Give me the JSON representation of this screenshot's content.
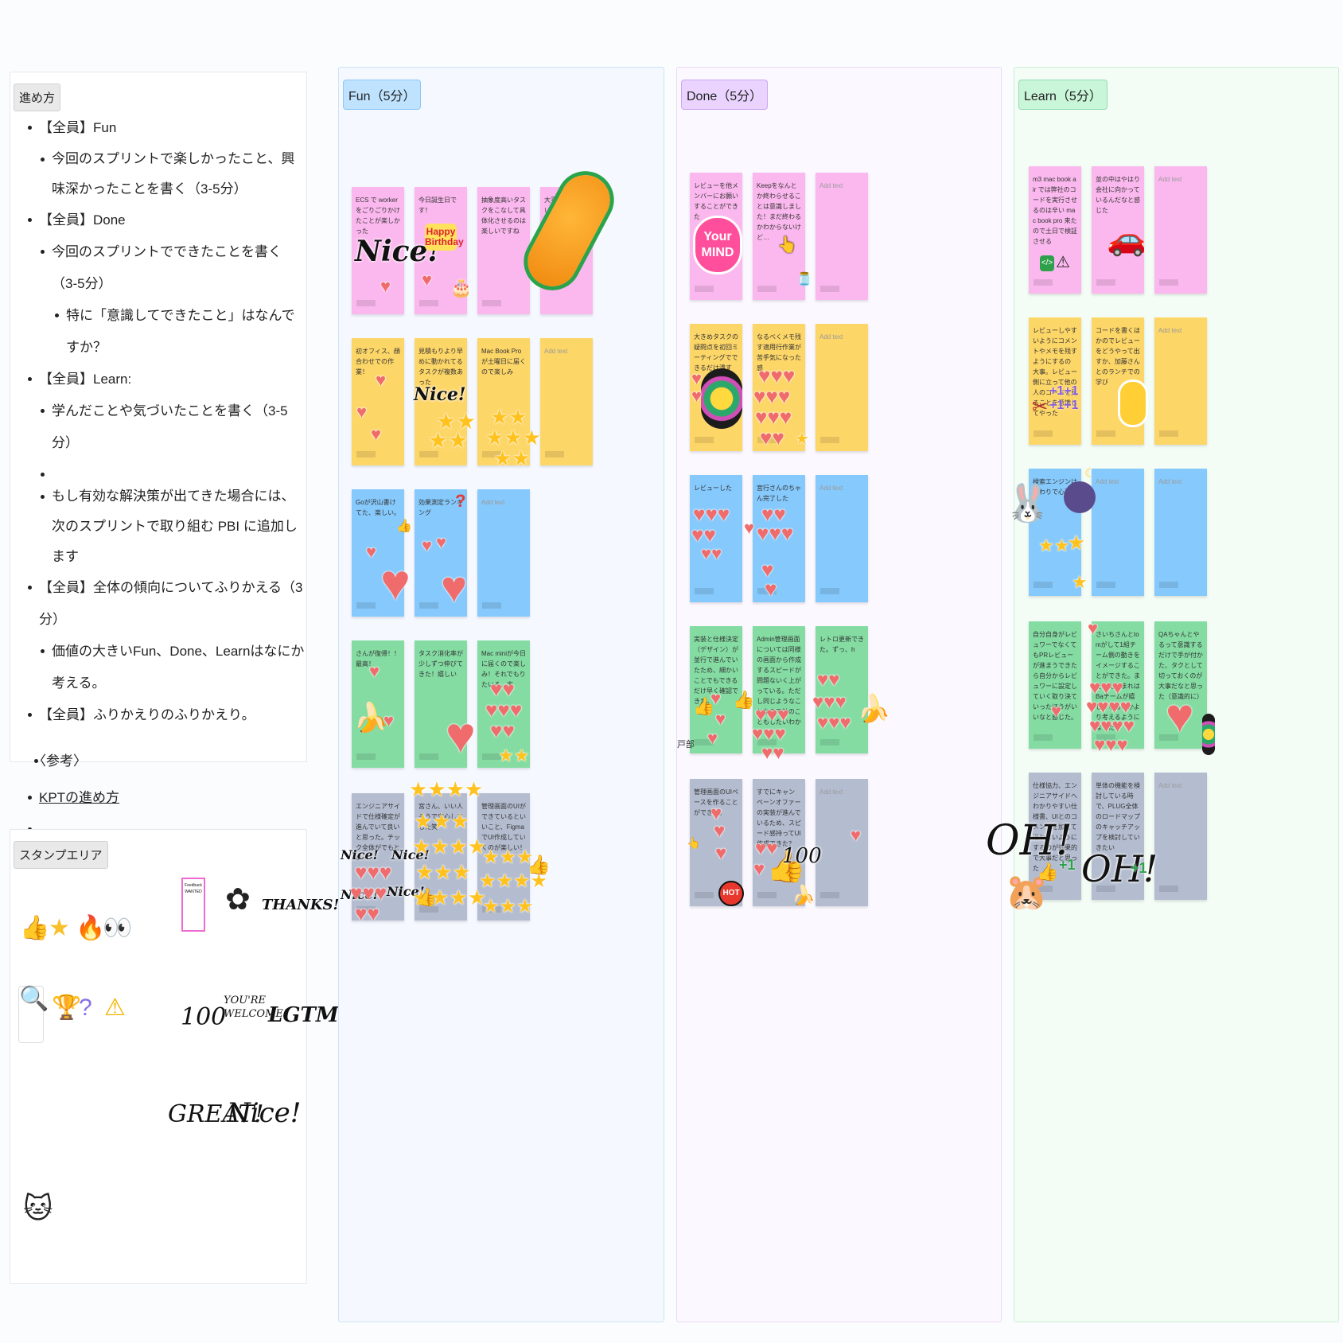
{
  "instructions": {
    "title": "進め方",
    "items": [
      {
        "level": 1,
        "text": "【全員】Fun"
      },
      {
        "level": 2,
        "text": "今回のスプリントで楽しかったこと、興味深かったことを書く（3-5分）"
      },
      {
        "level": 1,
        "text": "【全員】Done"
      },
      {
        "level": 2,
        "text": "今回のスプリントでできたことを書く（3-5分）"
      },
      {
        "level": 3,
        "text": "特に「意識してできたこと」はなんですか？"
      },
      {
        "level": 1,
        "text": "【全員】Learn:"
      },
      {
        "level": 2,
        "text": "学んだことや気づいたことを書く（3-5分）"
      },
      {
        "level": 2,
        "text": ""
      },
      {
        "level": 2,
        "text": "もし有効な解決策が出てきた場合には、次のスプリントで取り組む PBI に追加します"
      },
      {
        "level": 1,
        "text": "【全員】全体の傾向についてふりかえる（3分）"
      },
      {
        "level": 2,
        "text": "価値の大きいFun、Done、Learnはなにか考える。"
      },
      {
        "level": 1,
        "text": "【全員】ふりかえりのふりかえり。"
      }
    ],
    "reference_heading": "〈参考〉",
    "reference_link": "KPTの進め方"
  },
  "stamp_area": {
    "title": "スタンプエリア",
    "stamps": [
      "thumbs-up",
      "star",
      "fire",
      "eyes",
      "magnifier-character",
      "trophy",
      "question-mark",
      "warning"
    ],
    "stickers": [
      "Feedback WANTED",
      "flower-smile",
      "THANKS!",
      "100",
      "YOU'RE WELCOME!",
      "LGTM!",
      "GREAT!",
      "Nice!",
      "cat-sparkle"
    ],
    "feedback_top": "Feedback",
    "feedback_bottom": "WANTED"
  },
  "columns": [
    {
      "title": "Fun（5分）",
      "rows": [
        [
          {
            "color": "pink",
            "text": "ECS で worker をごりごりかけたことが楽しかった"
          },
          {
            "color": "pink",
            "text": "今日誕生日です！"
          },
          {
            "color": "pink",
            "text": "抽象度高いタスクをこなして具体化させるのは楽しいですね"
          },
          {
            "color": "pink",
            "text": "大平さんは大きい"
          }
        ],
        [
          {
            "color": "yellow",
            "text": "初オフィス、顔合わせでの作業！"
          },
          {
            "color": "yellow",
            "text": "見積もりより早めに動かれてるタスクが複数あった"
          },
          {
            "color": "yellow",
            "text": "Mac Book Proが土曜日に届くので楽しみ"
          },
          {
            "color": "yellow",
            "text": "Add text",
            "placeholder": true
          }
        ],
        [
          {
            "color": "blue",
            "text": "Goが沢山書けてた、楽しい。"
          },
          {
            "color": "blue",
            "text": "効果測定ランキング"
          },
          {
            "color": "blue",
            "text": "Add text",
            "placeholder": true
          }
        ],
        [
          {
            "color": "green",
            "text": "さんが復帰！！最高！"
          },
          {
            "color": "green",
            "text": "タスク消化率が少しずつ伸びてきた！嬉しい"
          },
          {
            "color": "green",
            "text": "Mac miniが今日に届くので楽しみ！それでもりたいる、末"
          }
        ],
        [
          {
            "color": "gray",
            "text": "エンジニアサイドで仕様確定が進んでいて良いと思った。チック全体がでもとい・・"
          },
          {
            "color": "gray",
            "text": "宮さん、いい人そうで安心しました笑"
          },
          {
            "color": "gray",
            "text": "管理画面のUIができているといいこと、FigmaでUI作成していくのが楽しい！"
          }
        ]
      ]
    },
    {
      "title": "Done（5分）",
      "rows": [
        [
          {
            "color": "pink",
            "text": "レビューを他メンバーにお願いすることができた"
          },
          {
            "color": "pink",
            "text": "Keepをなんとか終わらせることは意識しました！まだ終わるかわからないけど…"
          },
          {
            "color": "pink",
            "text": "Add text",
            "placeholder": true
          }
        ],
        [
          {
            "color": "yellow",
            "text": "大きめタスクの疑問点を初回ミーティングでできるだけ潰す"
          },
          {
            "color": "yellow",
            "text": "なるべくメモ残す適用行作業が苦手気になった感"
          },
          {
            "color": "yellow",
            "text": "Add text",
            "placeholder": true
          }
        ],
        [
          {
            "color": "blue",
            "text": "レビューした"
          },
          {
            "color": "blue",
            "text": "宮行さんのちゃん完了した"
          },
          {
            "color": "blue",
            "text": "Add text",
            "placeholder": true
          }
        ],
        [
          {
            "color": "green",
            "text": "実装と仕様決定（デザイン）が並行で進んでいたため、細かいことでもできるだけ早く確認できた。"
          },
          {
            "color": "green",
            "text": "Admin管理画面については同様の画面から作成するスピードが問題ないく上がっている。ただし同じようなことなので効のこともしたいわかる"
          },
          {
            "color": "green",
            "text": "レトロ更新できた。ずっ、h"
          }
        ],
        [
          {
            "color": "gray",
            "text": "管理画面のUIベースを作ることができた。"
          },
          {
            "color": "gray",
            "text": "すでにキャンペーンオファーの実装が進んでいるため、スピード感持ってUI作成できた？"
          },
          {
            "color": "gray",
            "text": "Add text",
            "placeholder": true
          }
        ]
      ],
      "floating_label": "戸部"
    },
    {
      "title": "Learn（5分）",
      "rows": [
        [
          {
            "color": "pink",
            "text": "m3 mac book air では弊社のコードを実行させるのは辛い mac book pro 来たので土日で検証させる"
          },
          {
            "color": "pink",
            "text": "並の中はやはり会社に向かっているんだなと感じた"
          },
          {
            "color": "pink",
            "text": "Add text",
            "placeholder": true
          }
        ],
        [
          {
            "color": "yellow",
            "text": "レビューしやすいようにコメントやメモを残すようにするの大事。レビュー側に立って他の人のコードを見ることを意識してやった"
          },
          {
            "color": "yellow",
            "text": "コードを書くほかのでレビューをどうやって出すか、加藤さんとのランチでの学び"
          },
          {
            "color": "yellow",
            "text": "Add text",
            "placeholder": true
          }
        ],
        [
          {
            "color": "blue",
            "text": "検索エンジンは終わりで心強"
          },
          {
            "color": "blue",
            "text": "Add text",
            "placeholder": true
          },
          {
            "color": "blue",
            "text": "Add text",
            "placeholder": true
          }
        ],
        [
          {
            "color": "green",
            "text": "自分自身がレビュワーでなくてもPRレビューが進まうできたら自分からレビュワーに設定していく取り決ていったほうがいいなと感じた。"
          },
          {
            "color": "green",
            "text": "さいちさんとtomがして1組チーム側の動きをイメージすることができた。まだまだうまれはBaチームが嬉しくなるのかより考えるようになった"
          },
          {
            "color": "green",
            "text": "QAちゃんとやるって意識するだけで手が付かた、タクとして切っておくのが大事だなと思った（意識的に）"
          }
        ],
        [
          {
            "color": "gray",
            "text": "仕様協力、エンジニアサイドへわかりやすい仕様書、UIとのコメントを加えて迷わないようにするのが効果的で大事だと思った"
          },
          {
            "color": "gray",
            "text": "単体の機能を検討している時で、PLUG全体のロードマップのキャッチアップを検討していきたい"
          },
          {
            "color": "gray",
            "text": "Add text",
            "placeholder": true
          }
        ]
      ]
    }
  ],
  "stickers": {
    "nice": "Nice!",
    "happy_birthday": "Happy Birthday",
    "your_mind": "Your MIND",
    "oh": "OH!",
    "hundred": "100",
    "hot": "HOT"
  }
}
